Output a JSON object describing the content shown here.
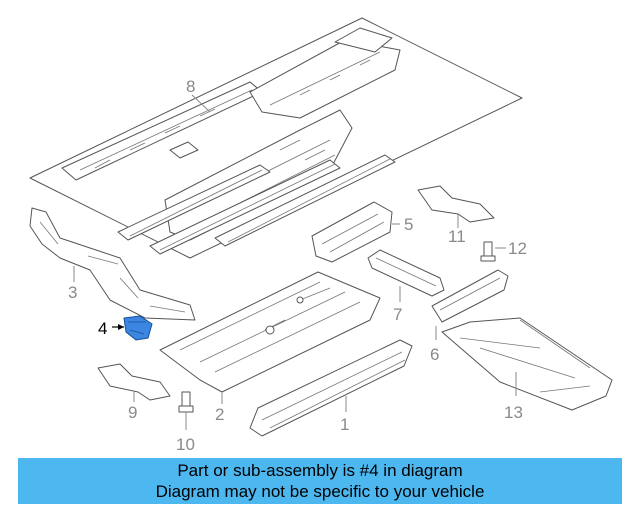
{
  "callouts": {
    "c1": "1",
    "c2": "2",
    "c3": "3",
    "c4": "4",
    "c5": "5",
    "c6": "6",
    "c7": "7",
    "c8": "8",
    "c9": "9",
    "c10": "10",
    "c11": "11",
    "c12": "12",
    "c13": "13"
  },
  "highlight_part": "4",
  "colors": {
    "banner": "#4db8f0",
    "highlight_part": "#3a86e0",
    "callout": "#8a8a8a"
  },
  "banner": {
    "line1": "Part or sub-assembly is #4 in diagram",
    "line2": "Diagram may not be specific to your vehicle"
  }
}
